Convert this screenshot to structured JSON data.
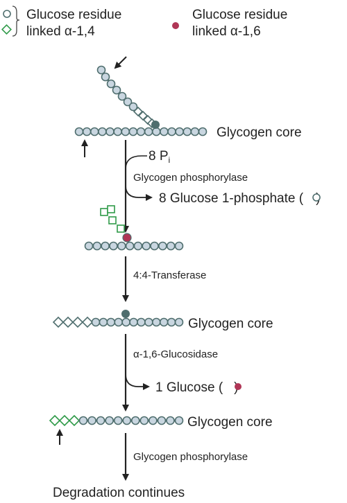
{
  "legend": {
    "alpha14_line1": "Glucose residue",
    "alpha14_line2": "linked α-1,4",
    "alpha16_line1": "Glucose residue",
    "alpha16_line2": "linked α-1,6"
  },
  "steps": {
    "core1_label": "Glycogen core",
    "phosphate_input": "8 P",
    "phosphate_subscript": "i",
    "enzyme1": "Glycogen phosphorylase",
    "product1": "8 Glucose 1-phosphate (",
    "product1_close": ")",
    "enzyme2": "4:4-Transferase",
    "core2_label": "Glycogen core",
    "enzyme3": "α-1,6-Glucosidase",
    "product2": "1 Glucose (",
    "product2_close": ")",
    "core3_label": "Glycogen core",
    "enzyme4": "Glycogen phosphorylase",
    "final": "Degradation continues"
  },
  "colors": {
    "residue_fill": "#c9d6e0",
    "residue_stroke": "#4f6e6e",
    "green_residue": "#2e9a48",
    "branch_point": "#b03656",
    "arrow": "#222222"
  }
}
